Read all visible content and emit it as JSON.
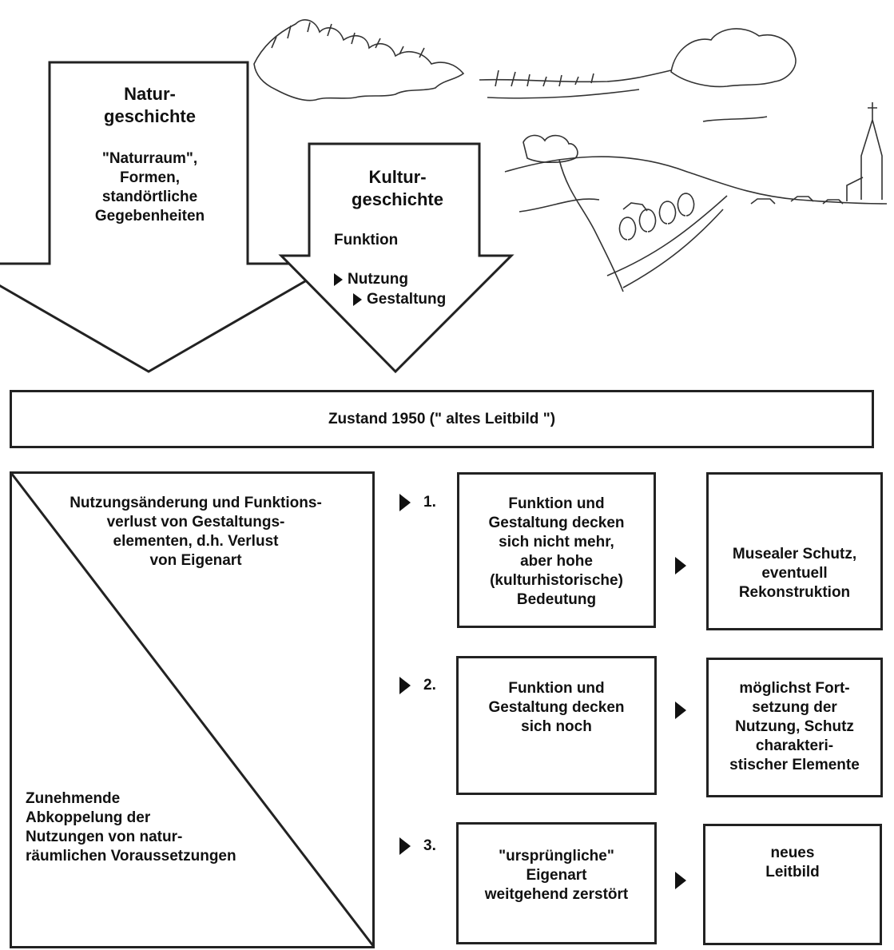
{
  "arrows": {
    "nature": {
      "title": "Natur-\ngeschichte",
      "text": "\"Naturraum\",\nFormen,\nstandörtliche\nGegebenheiten"
    },
    "culture": {
      "title": "Kultur-\ngeschichte",
      "line1": "Funktion",
      "line2": "Nutzung",
      "line3": "Gestaltung"
    }
  },
  "state_box": {
    "label": "Zustand 1950 (\" altes Leitbild \")"
  },
  "left_panel": {
    "top_text": "Nutzungsänderung und Funktions-\nverlust von Gestaltungs-\nelementen, d.h. Verlust\nvon Eigenart",
    "bottom_text": "Zunehmende\nAbkoppelung der\nNutzungen von natur-\nräumlichen Voraussetzungen"
  },
  "cases": [
    {
      "number": "1.",
      "condition": "Funktion und\nGestaltung decken\nsich nicht mehr,\naber hohe\n(kulturhistorische)\nBedeutung",
      "result": "Musealer Schutz,\neventuell\nRekonstruktion"
    },
    {
      "number": "2.",
      "condition": "Funktion und\nGestaltung decken\nsich noch",
      "result": "möglichst Fort-\nsetzung der\nNutzung, Schutz\ncharakteri-\nstischer Elemente"
    },
    {
      "number": "3.",
      "condition": "\"ursprüngliche\"\nEigenart\nweitgehend zerstört",
      "result": "neues\nLeitbild"
    }
  ]
}
